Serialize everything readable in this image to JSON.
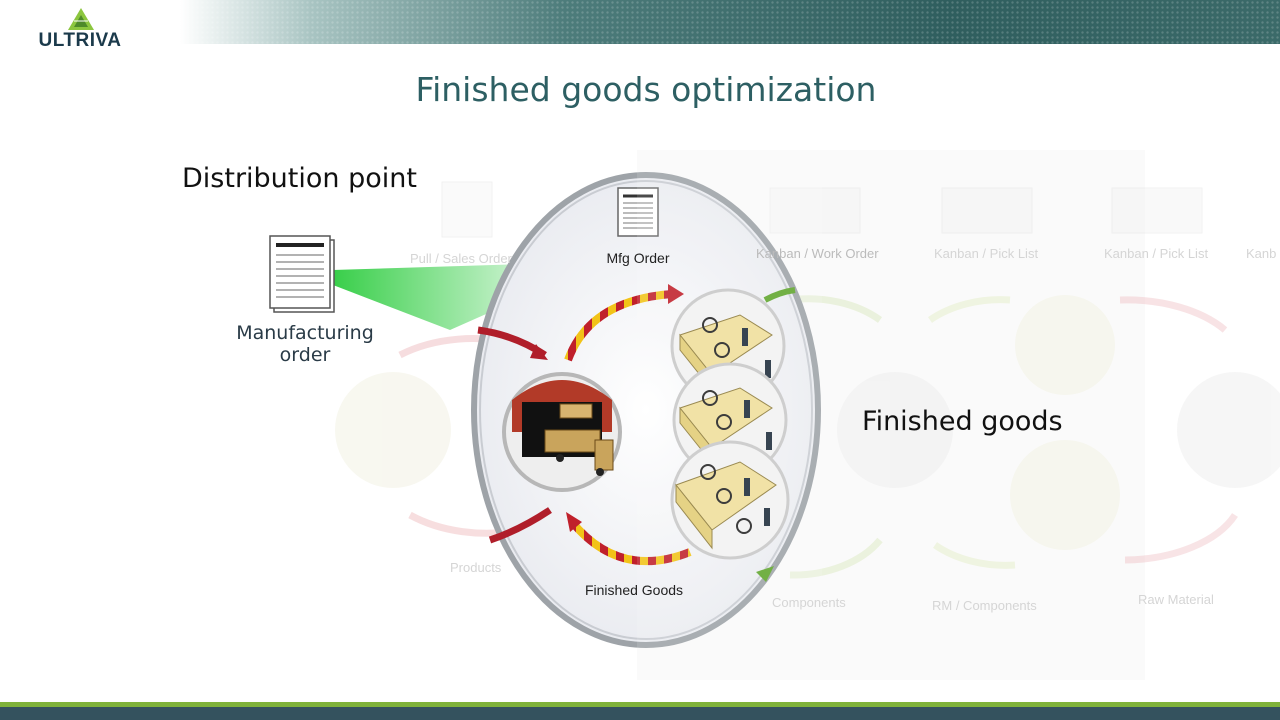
{
  "logo": {
    "text": "ULTRIVA"
  },
  "slide": {
    "title": "Finished goods optimization",
    "distribution_heading": "Distribution point",
    "finished_heading": "Finished goods",
    "doc_label": "Manufacturing order"
  },
  "diagram": {
    "mfg_order_label": "Mfg Order",
    "finished_goods_label": "Finished Goods",
    "background_labels": [
      "Pull / Sales Order",
      "Kanban / Work Order",
      "Kanban / Pick List",
      "Kanban / Pick List",
      "Kanb",
      "Products",
      "Components",
      "RM / Components",
      "Raw Material"
    ]
  },
  "colors": {
    "title": "#2d5f63",
    "header_band": "#2f5e5e",
    "bottom_bar": "#34525e",
    "accent_green": "#7fb23a",
    "arrow_red": "#b01e2a",
    "arrow_yellow": "#f2c318"
  }
}
